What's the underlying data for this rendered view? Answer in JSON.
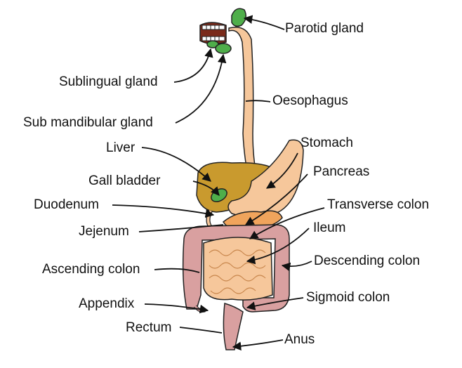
{
  "labels": {
    "parotid_gland": "Parotid gland",
    "sublingual_gland": "Sublingual gland",
    "sub_mandibular_gland": "Sub mandibular gland",
    "oesophagus": "Oesophagus",
    "liver": "Liver",
    "stomach": "Stomach",
    "gall_bladder": "Gall bladder",
    "pancreas": "Pancreas",
    "duodenum": "Duodenum",
    "transverse_colon": "Transverse colon",
    "jejenum": "Jejenum",
    "ileum": "Ileum",
    "ascending_colon": "Ascending colon",
    "descending_colon": "Descending colon",
    "appendix": "Appendix",
    "sigmoid_colon": "Sigmoid colon",
    "rectum": "Rectum",
    "anus": "Anus"
  },
  "colors": {
    "gland": "#4fae4a",
    "oesophagus": "#f6c79b",
    "liver": "#c99a2e",
    "stomach": "#f6c79b",
    "pancreas": "#f0a45c",
    "colon": "#d9a0a0",
    "small_intestine": "#f6c79b",
    "mouth": "#7a2a1a"
  }
}
